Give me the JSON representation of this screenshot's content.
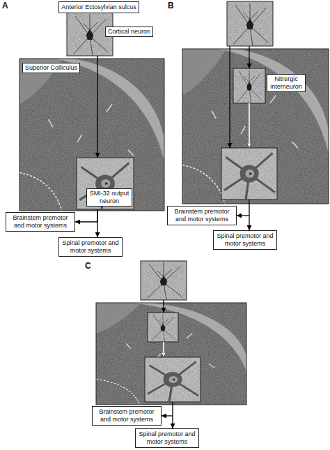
{
  "diagram": {
    "nodes": [
      {
        "text": [
          "Anterior Ectosylvian sulcus"
        ]
      },
      {
        "text": [
          "Cortical neuron"
        ]
      },
      {
        "text": [
          "Superior Colliculus"
        ]
      },
      {
        "text": [
          "SMI-32 output neuron"
        ],
        "in": 2
      },
      {
        "text": [
          "Brainstem premotor and motor systems"
        ]
      },
      {
        "text": [
          "Spinal premotor and motor systems"
        ]
      },
      {
        "text": [
          "Nitrergic interneuron"
        ]
      },
      {
        "text": [
          "Brainstem premotor and motor systems"
        ]
      },
      {
        "text": [
          "Spinal premotor and motor systems"
        ]
      },
      {
        "text": [
          "Brainstem premotor and motor systems"
        ]
      },
      {
        "text": [
          "Spinal premotor and motor systems"
        ]
      }
    ],
    "edges": [
      {
        "from": 1,
        "to": 3,
        "arrow": "to"
      },
      {
        "from": 3,
        "to": 4,
        "arrow": "to"
      },
      {
        "from": 3,
        "to": 5,
        "arrow": "to"
      }
    ],
    "labels": [
      "A",
      "B",
      "C"
    ]
  }
}
